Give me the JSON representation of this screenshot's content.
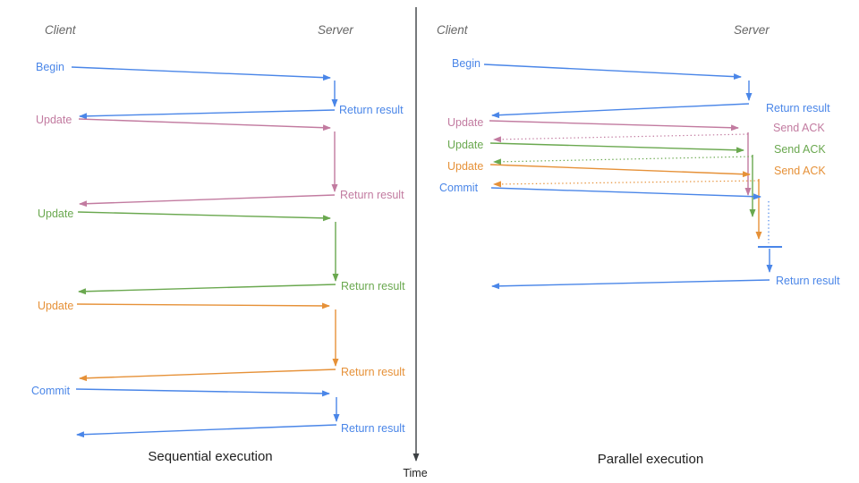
{
  "colors": {
    "blue": "#4a86e8",
    "pink": "#c27ba0",
    "green": "#6aa84f",
    "orange": "#e69138",
    "heading_gray": "#666666",
    "title_black": "#1f1f1f",
    "axis_gray": "#3c4043"
  },
  "time_axis": {
    "label": "Time"
  },
  "left_panel": {
    "title": "Sequential execution",
    "client_header": "Client",
    "server_header": "Server",
    "messages": [
      {
        "label": "Begin",
        "color": "blue",
        "response_label": "Return result"
      },
      {
        "label": "Update",
        "color": "pink",
        "response_label": "Return result"
      },
      {
        "label": "Update",
        "color": "green",
        "response_label": "Return result"
      },
      {
        "label": "Update",
        "color": "orange",
        "response_label": "Return result"
      },
      {
        "label": "Commit",
        "color": "blue",
        "response_label": "Return result"
      }
    ]
  },
  "right_panel": {
    "title": "Parallel execution",
    "client_header": "Client",
    "server_header": "Server",
    "messages": [
      {
        "label": "Begin",
        "color": "blue",
        "response_label": "Return result"
      },
      {
        "label": "Update",
        "color": "pink",
        "response_label": "Send ACK"
      },
      {
        "label": "Update",
        "color": "green",
        "response_label": "Send ACK"
      },
      {
        "label": "Update",
        "color": "orange",
        "response_label": "Send ACK"
      },
      {
        "label": "Commit",
        "color": "blue",
        "response_label": "Return result"
      }
    ]
  }
}
